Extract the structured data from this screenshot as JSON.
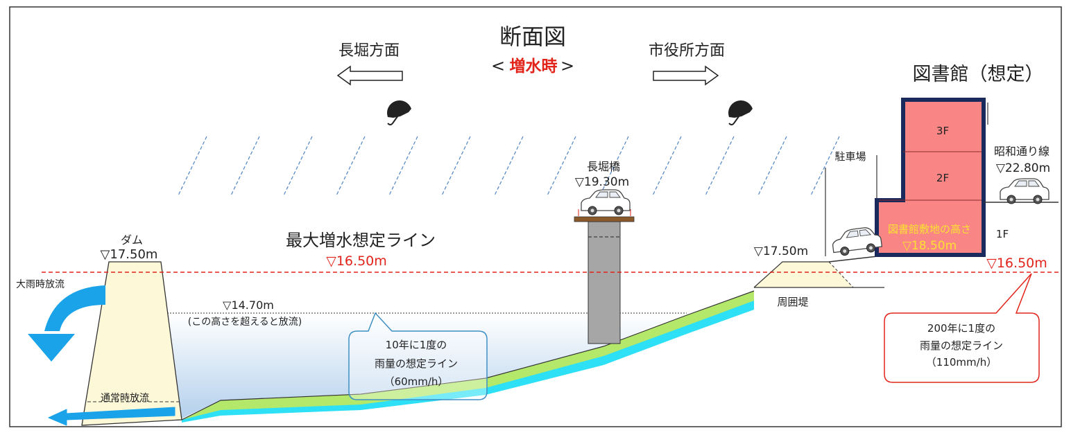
{
  "title": "断面図",
  "subtitle": {
    "left": "<",
    "mid": "増水時",
    "right": ">"
  },
  "directions": {
    "left": "長堀方面",
    "right": "市役所方面"
  },
  "library": {
    "title": "図書館（想定）",
    "floors": [
      "3F",
      "2F",
      "1F"
    ],
    "site_height_label": "図書館敷地の高さ",
    "site_height_value": "▽18.50m"
  },
  "road": {
    "name": "昭和通り線",
    "level": "▽22.80m"
  },
  "parking": {
    "label": "駐車場"
  },
  "bridge": {
    "name": "長堀橋",
    "level": "▽19.30m"
  },
  "dam": {
    "name": "ダム",
    "level": "▽17.50m"
  },
  "max_line": {
    "label": "最大増水想定ライン",
    "level": "▽16.50m"
  },
  "right_level": "▽16.50m",
  "levee": {
    "level": "▽17.50m",
    "name": "周囲堤"
  },
  "normal_level": {
    "value": "▽14.70m",
    "note": "(この高さを超えると放流)"
  },
  "releases": {
    "heavy": "大雨時放流",
    "normal": "通常時放流"
  },
  "callout_10yr": [
    "10年に1度の",
    "雨量の想定ライン",
    "（60mm/h）"
  ],
  "callout_200yr": [
    "200年に1度の",
    "雨量の想定ライン",
    "（110mm/h）"
  ],
  "colors": {
    "red_line": "#e2231a",
    "building_fill": "#f98585",
    "building_border": "#1b2a5c",
    "callout_blue": "#3d8fc4",
    "callout_red": "#e2231a",
    "water_top": "#ffffff",
    "water_bottom": "#b3d0ec",
    "grass": "#b3e86a",
    "cyan": "#2ee0f5",
    "arrow_blue": "#1aa3e8",
    "dam_fill": "#fcf8d8",
    "pillar": "#a6a6a6",
    "highlight_text": "#ffe033"
  }
}
